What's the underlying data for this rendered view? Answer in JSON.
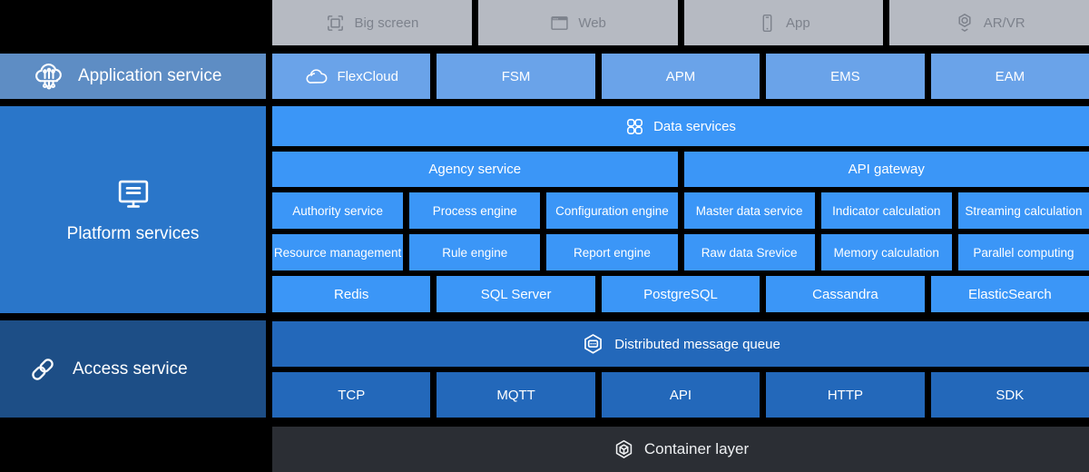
{
  "colors": {
    "background": "#000000",
    "terminal_gray": "#b6bac2",
    "terminal_text_gray": "#7d828c",
    "application_service_steel_blue": "#5e8dc4",
    "application_row_blue": "#6aa3e9",
    "platform_services_blue": "#2a76c9",
    "platform_grid_bright_blue": "#3b96f7",
    "access_service_navy": "#1d4e86",
    "access_rows_blue": "#2368ba",
    "container_layer_dark": "#2b2e34",
    "white_text": "#ffffff"
  },
  "terminals": {
    "items": [
      {
        "label": "Big screen",
        "icon": "big-screen-icon"
      },
      {
        "label": "Web",
        "icon": "web-icon"
      },
      {
        "label": "App",
        "icon": "app-icon"
      },
      {
        "label": "AR/VR",
        "icon": "arvr-icon"
      }
    ]
  },
  "left_column": {
    "application": {
      "label": "Application service",
      "icon": "iot-circuit-cloud-icon"
    },
    "platform": {
      "label": "Platform services",
      "icon": "monitor-icon"
    },
    "access": {
      "label": "Access service",
      "icon": "chain-link-icon"
    }
  },
  "application_row": {
    "items": [
      {
        "label": "FlexCloud",
        "icon": "cloud-icon"
      },
      {
        "label": "FSM"
      },
      {
        "label": "APM"
      },
      {
        "label": "EMS"
      },
      {
        "label": "EAM"
      }
    ]
  },
  "data_services_bar": {
    "label": "Data services",
    "icon": "four-squares-icon"
  },
  "gateway_row": {
    "items": [
      {
        "label": "Agency service"
      },
      {
        "label": "API gateway"
      }
    ]
  },
  "engine_row_1": {
    "items": [
      {
        "label": "Authority service"
      },
      {
        "label": "Process engine"
      },
      {
        "label": "Configuration engine"
      },
      {
        "label": "Master data service"
      },
      {
        "label": "Indicator calculation"
      },
      {
        "label": "Streaming calculation"
      }
    ]
  },
  "engine_row_2": {
    "items": [
      {
        "label": "Resource management"
      },
      {
        "label": "Rule engine"
      },
      {
        "label": "Report engine"
      },
      {
        "label": "Raw data Srevice"
      },
      {
        "label": "Memory calculation"
      },
      {
        "label": "Parallel computing"
      }
    ]
  },
  "database_row": {
    "items": [
      {
        "label": "Redis"
      },
      {
        "label": "SQL Server"
      },
      {
        "label": "PostgreSQL"
      },
      {
        "label": "Cassandra"
      },
      {
        "label": "ElasticSearch"
      }
    ]
  },
  "queue_bar": {
    "label": "Distributed message queue",
    "icon": "message-hexagon-icon"
  },
  "protocol_row": {
    "items": [
      {
        "label": "TCP"
      },
      {
        "label": "MQTT"
      },
      {
        "label": "API"
      },
      {
        "label": "HTTP"
      },
      {
        "label": "SDK"
      }
    ]
  },
  "container_bar": {
    "label": "Container layer",
    "icon": "container-cube-icon"
  }
}
